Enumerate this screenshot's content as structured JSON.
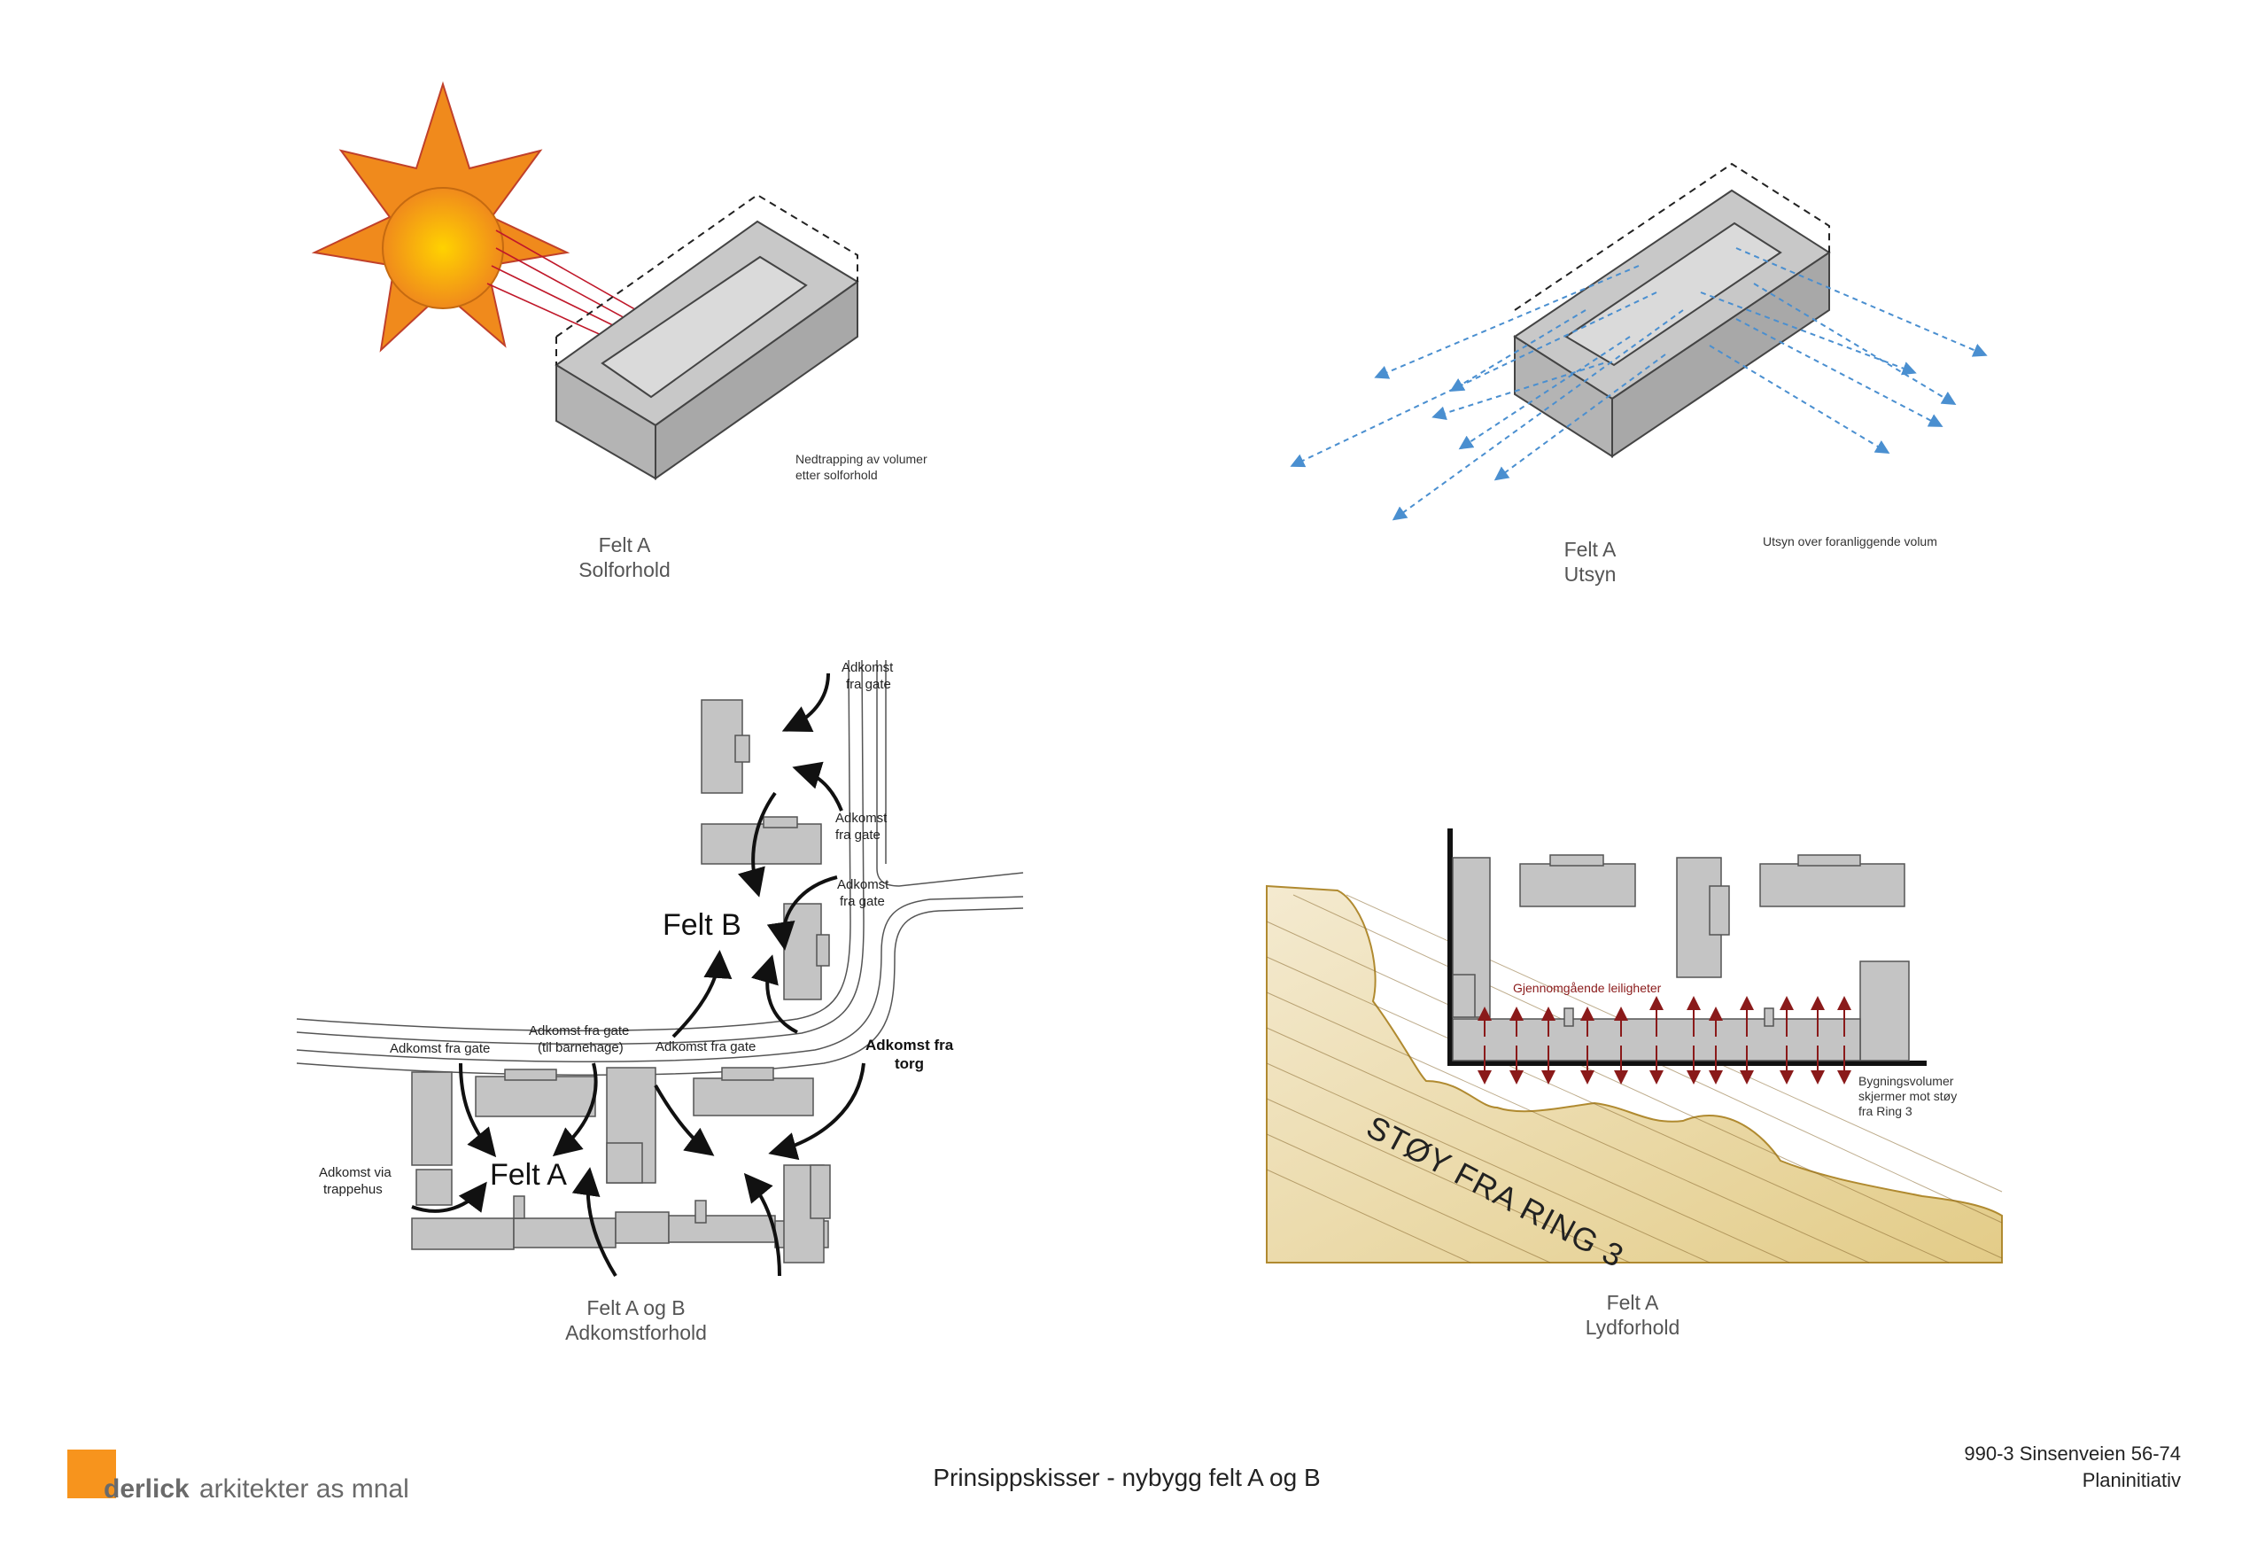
{
  "panels": {
    "sun": {
      "caption_line1": "Felt A",
      "caption_line2": "Solforhold",
      "note_line1": "Nedtrapping av volumer",
      "note_line2": "etter solforhold"
    },
    "view": {
      "caption_line1": "Felt A",
      "caption_line2": "Utsyn",
      "note": "Utsyn over foranliggende volum"
    },
    "access": {
      "caption_line1": "Felt A og B",
      "caption_line2": "Adkomstforhold",
      "felt_a": "Felt A",
      "felt_b": "Felt B",
      "labels": {
        "gate_top_l1": "Adkomst",
        "gate_top_l2": "fra gate",
        "gate_mid_l1": "Adkomst",
        "gate_mid_l2": "fra gate",
        "gate_low_l1": "Adkomst",
        "gate_low_l2": "fra gate",
        "road_left": "Adkomst fra gate",
        "road_center_l1": "Adkomst fra gate",
        "road_center_l2": "(til barnehage)",
        "road_right": "Adkomst fra gate",
        "torg_l1": "Adkomst fra",
        "torg_l2": "torg",
        "trapp_l1": "Adkomst via",
        "trapp_l2": "trappehus"
      }
    },
    "noise": {
      "caption_line1": "Felt A",
      "caption_line2": "Lydforhold",
      "through_units": "Gjennomgående leiligheter",
      "screen_l1": "Bygningsvolumer",
      "screen_l2": "skjermer mot støy",
      "screen_l3": "fra Ring 3",
      "noise_label": "STØY FRA RING 3"
    }
  },
  "footer": {
    "title": "Prinsippskisser - nybygg felt A og B",
    "project": "990-3 Sinsenveien 56-74",
    "subtitle": "Planinitiativ",
    "logo_bold": "derlick",
    "logo_rest": "arkitekter as mnal"
  },
  "colors": {
    "sun_outer": "#f08a1c",
    "sun_inner": "#f5a800",
    "sun_ray": "#c0182a",
    "view_arrow": "#4a8fd0",
    "building": "#c4c4c4",
    "noise_arrow": "#8a1a1a",
    "noise_zone": "#ead9a6",
    "logo_orange": "#f7941d"
  }
}
